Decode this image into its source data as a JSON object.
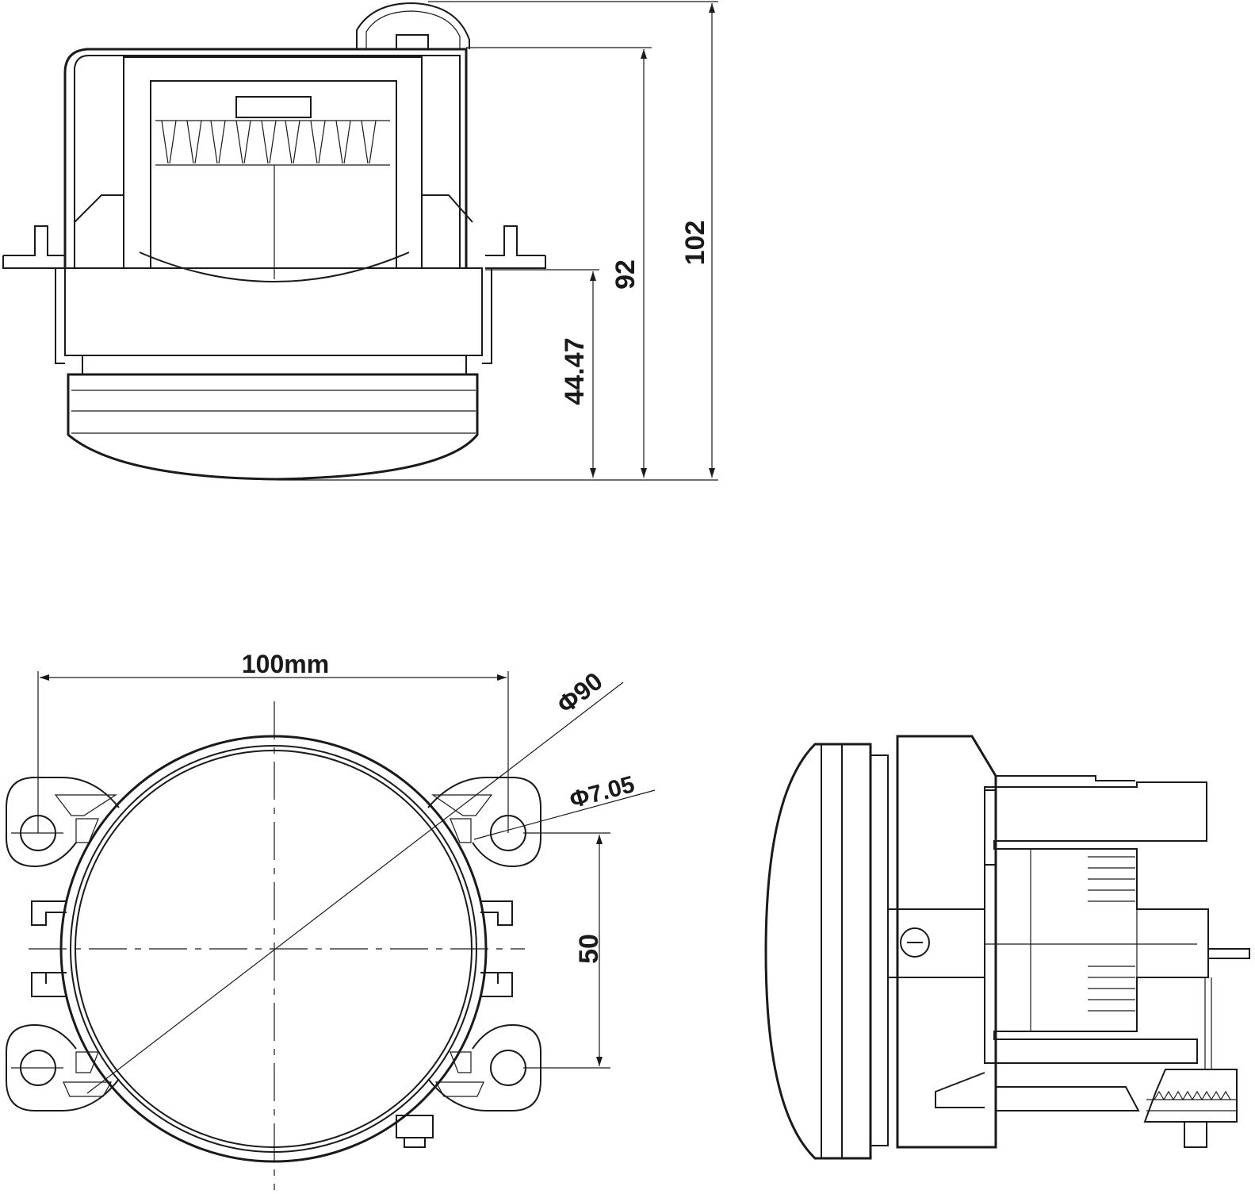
{
  "dimensions": {
    "height_total": "102",
    "height_body": "92",
    "height_lens": "44.47",
    "width_mounting": "100mm",
    "diameter_lens": "Φ90",
    "diameter_hole": "Φ7.05",
    "hole_spacing": "50"
  },
  "colors": {
    "ink": "#1a1a1a",
    "paper": "#ffffff"
  }
}
